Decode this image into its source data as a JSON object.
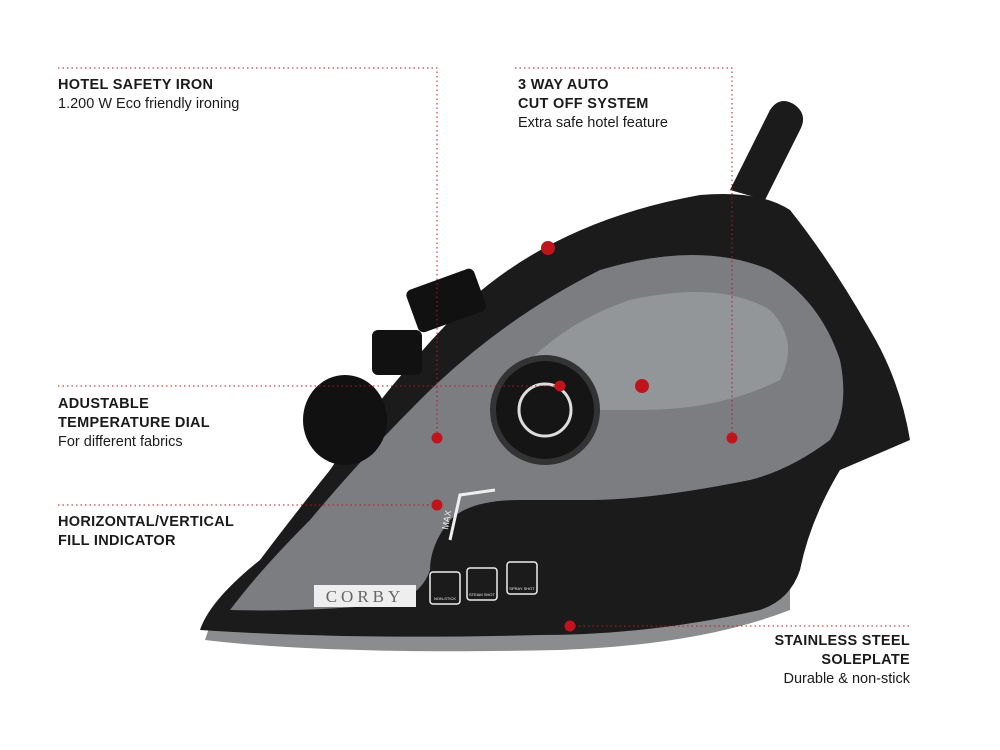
{
  "brand": "CORBY",
  "soleplate_badges": [
    "NON-STICK",
    "STEAM SHOT",
    "SPRAY SHOT"
  ],
  "fill_mark": "MAX",
  "callouts": {
    "safety": {
      "title": "HOTEL SAFETY IRON",
      "subtitle": "1.200 W Eco friendly ironing"
    },
    "cutoff": {
      "title_1": "3 WAY AUTO",
      "title_2": "CUT OFF SYSTEM",
      "subtitle": "Extra safe hotel feature"
    },
    "dial": {
      "title_1": "ADUSTABLE",
      "title_2": "TEMPERATURE DIAL",
      "subtitle": "For different fabrics"
    },
    "fill": {
      "title_1": "HORIZONTAL/VERTICAL",
      "title_2": "FILL INDICATOR"
    },
    "soleplate": {
      "title_1": "STAINLESS STEEL",
      "title_2": "SOLEPLATE",
      "subtitle": "Durable & non-stick"
    }
  },
  "colors": {
    "accent": "#c0141c",
    "leader": "#c0141c",
    "body": "#1b1b1b",
    "tank": "#7b7d80"
  }
}
